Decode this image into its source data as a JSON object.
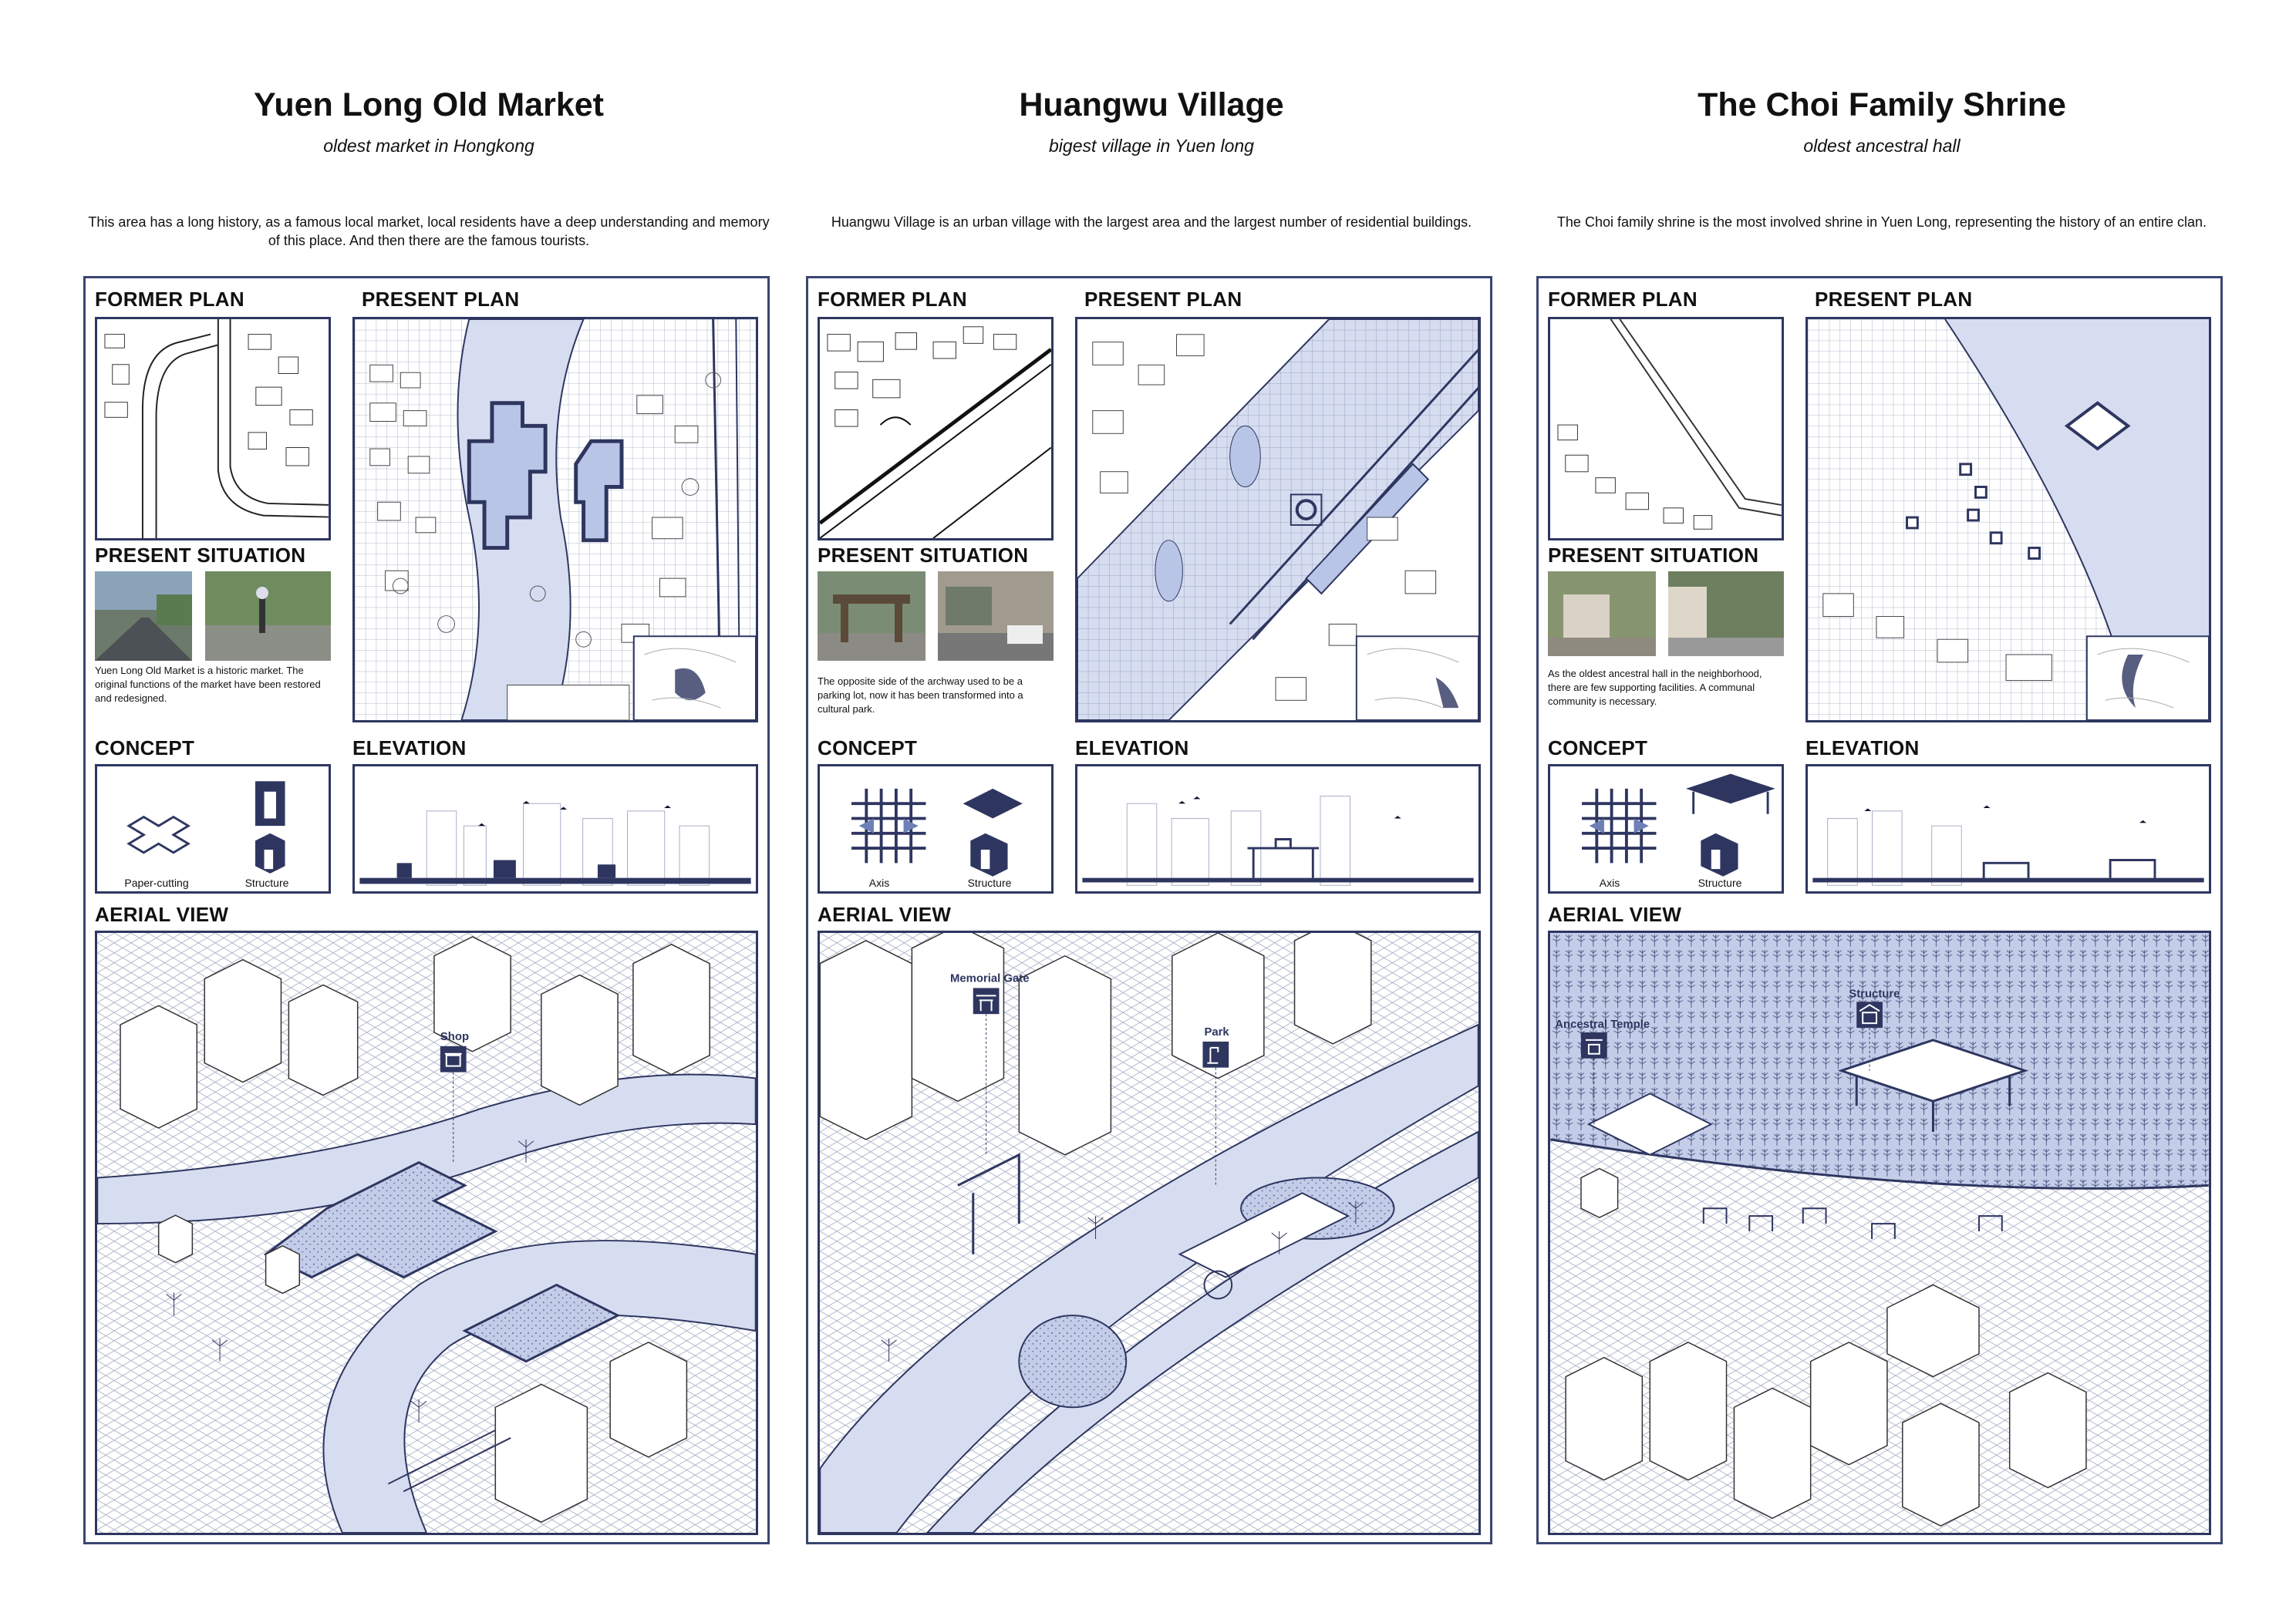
{
  "theme": {
    "ink": "#2e3660",
    "wash": "#d6ddf0",
    "wash2": "#b9c5e6",
    "grid": "#9aa3bd"
  },
  "sites": [
    {
      "title": "Yuen Long Old Market",
      "subtitle": "oldest market in Hongkong",
      "description": "This area has a long history, as a famous local market, local residents have a deep understanding and memory of this place. And then there are the famous tourists.",
      "labels": {
        "former": "FORMER PLAN",
        "present": "PRESENT PLAN",
        "situation": "PRESENT SITUATION",
        "concept": "CONCEPT",
        "elevation": "ELEVATION",
        "aerial": "AERIAL VIEW"
      },
      "situation_caption": "Yuen Long Old Market is a historic market. The original functions of the market have been restored and redesigned.",
      "concept_captions": [
        "Paper-cutting",
        "Structure"
      ],
      "aerial_tags": [
        "Shop"
      ]
    },
    {
      "title": "Huangwu Village",
      "subtitle": "bigest village in Yuen long",
      "description": "Huangwu Village is an urban village with the largest area and the largest number of residential buildings.",
      "labels": {
        "former": "FORMER PLAN",
        "present": "PRESENT PLAN",
        "situation": "PRESENT SITUATION",
        "concept": "CONCEPT",
        "elevation": "ELEVATION",
        "aerial": "AERIAL VIEW"
      },
      "situation_caption": "The opposite side of the archway used to be a parking lot, now it has been transformed into a cultural park.",
      "concept_captions": [
        "Axis",
        "Structure"
      ],
      "aerial_tags": [
        "Memorial Gate",
        "Park"
      ]
    },
    {
      "title": "The Choi Family Shrine",
      "subtitle": "oldest ancestral hall",
      "description": "The Choi family shrine is the most involved shrine in Yuen Long, representing the history of an entire clan.",
      "labels": {
        "former": "FORMER PLAN",
        "present": "PRESENT PLAN",
        "situation": "PRESENT SITUATION",
        "concept": "CONCEPT",
        "elevation": "ELEVATION",
        "aerial": "AERIAL VIEW"
      },
      "situation_caption": "As the oldest ancestral hall in the neighborhood, there are few supporting facilities. A communal community is necessary.",
      "concept_captions": [
        "Axis",
        "Structure"
      ],
      "aerial_tags": [
        "Ancestral Temple",
        "Structure"
      ]
    }
  ]
}
